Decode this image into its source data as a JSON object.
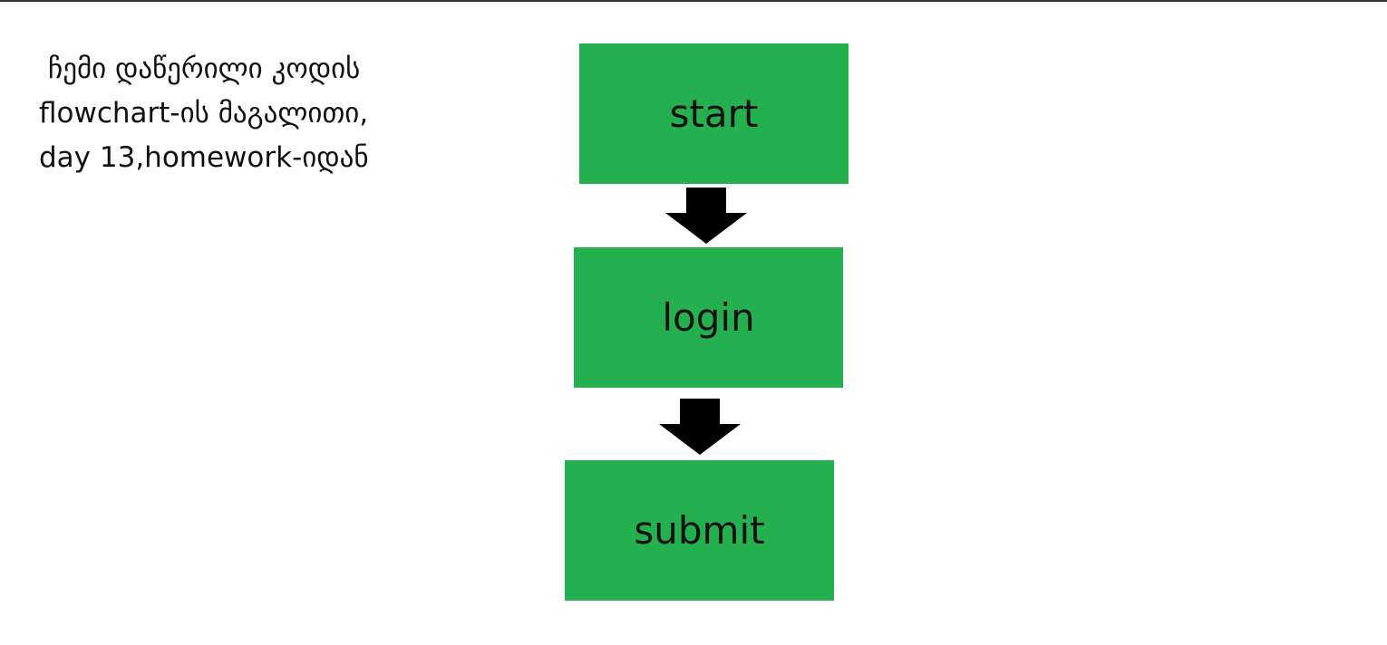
{
  "caption": {
    "lines": [
      "ჩემი დაწერილი კოდის",
      "flowchart-ის მაგალითი,",
      "day 13,homework-იდან"
    ]
  },
  "flowchart": {
    "steps": [
      {
        "label": "start"
      },
      {
        "label": "login"
      },
      {
        "label": "submit"
      }
    ]
  },
  "colors": {
    "node_fill": "#24B04F",
    "arrow_fill": "#000000",
    "text": "#111111"
  }
}
